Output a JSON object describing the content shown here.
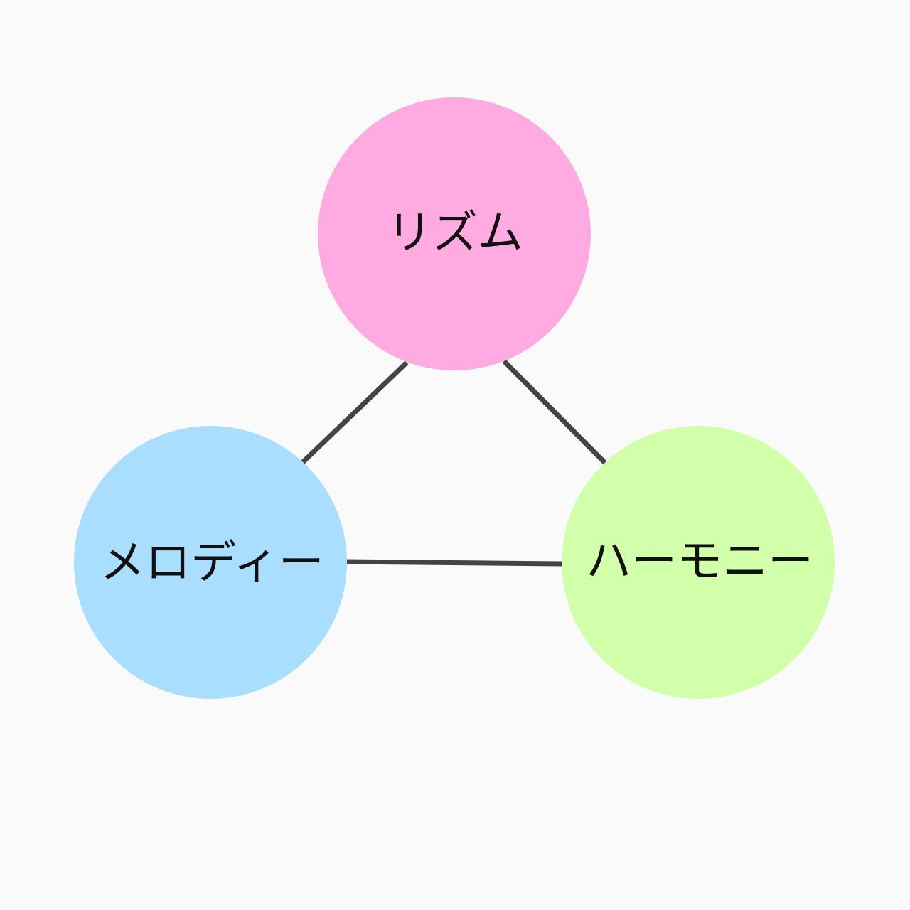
{
  "diagram": {
    "nodes": [
      {
        "id": "rhythm",
        "label": "リズム",
        "color": "#ffaae0"
      },
      {
        "id": "melody",
        "label": "メロディー",
        "color": "#aadeff"
      },
      {
        "id": "harmony",
        "label": "ハーモニー",
        "color": "#d2ffaa"
      }
    ],
    "edges": [
      {
        "from": "rhythm",
        "to": "melody"
      },
      {
        "from": "rhythm",
        "to": "harmony"
      },
      {
        "from": "melody",
        "to": "harmony"
      }
    ],
    "edge_color": "#444444",
    "background": "#fafafa"
  }
}
